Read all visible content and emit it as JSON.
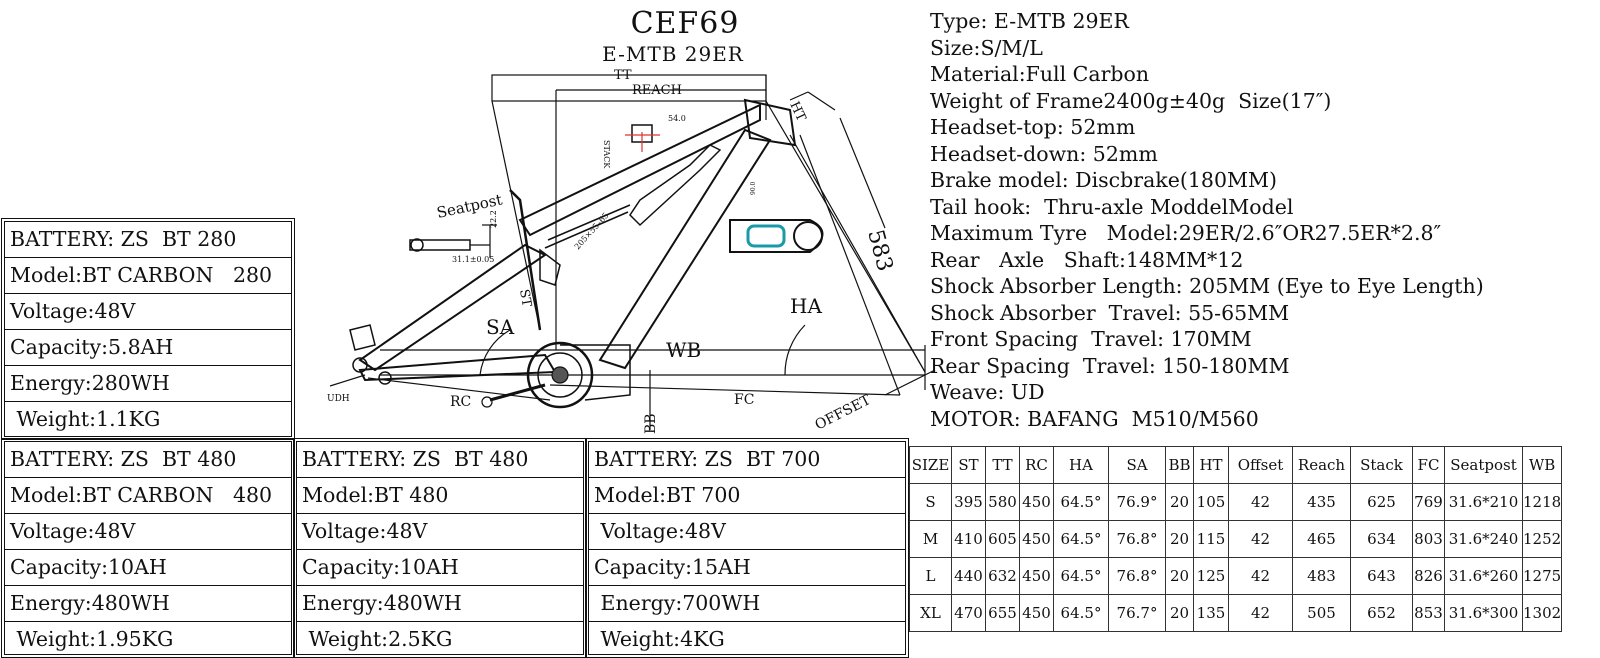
{
  "header": {
    "title": "CEF69",
    "subtitle": "E-MTB  29ER"
  },
  "specs": [
    "Type: E-MTB 29ER",
    "Size:S/M/L",
    "Material:Full Carbon",
    "Weight of Frame2400g±40g  Size(17″)",
    "Headset-top: 52mm",
    "Headset-down: 52mm",
    "Brake model: Discbrake(180MM)",
    "Tail hook:  Thru-axle ModdelModel",
    "Maximum Tyre   Model:29ER/2.6″OR27.5ER*2.8″",
    "Rear   Axle   Shaft:148MM*12",
    "Shock Absorber Length: 205MM (Eye to Eye Length)",
    "Shock Absorber  Travel: 55-65MM",
    "Front Spacing  Travel: 170MM",
    "Rear Spacing  Travel: 150-180MM",
    "Weave: UD",
    "MOTOR: BAFANG  M510/M560"
  ],
  "batteries": [
    {
      "rows": [
        "BATTERY: ZS  BT 280",
        "Model:BT CARBON   280",
        "Voltage:48V",
        "Capacity:5.8AH",
        "Energy:280WH",
        " Weight:1.1KG"
      ]
    },
    {
      "rows": [
        "BATTERY: ZS  BT 480",
        "Model:BT CARBON   480",
        "Voltage:48V",
        "Capacity:10AH",
        "Energy:480WH",
        " Weight:1.95KG"
      ]
    },
    {
      "rows": [
        "BATTERY: ZS  BT 480",
        "Model:BT 480",
        "Voltage:48V",
        "Capacity:10AH",
        "Energy:480WH",
        " Weight:2.5KG"
      ]
    },
    {
      "rows": [
        "BATTERY: ZS  BT 700",
        "Model:BT 700",
        " Voltage:48V",
        "Capacity:15AH",
        " Energy:700WH",
        " Weight:4KG"
      ]
    }
  ],
  "geometry_table": {
    "headers": [
      "SIZE",
      "ST",
      "TT",
      "RC",
      "HA",
      "SA",
      "BB",
      "HT",
      "Offset",
      "Reach",
      "Stack",
      "FC",
      "Seatpost",
      "WB"
    ],
    "rows": [
      [
        "S",
        "395",
        "580",
        "450",
        "64.5°",
        "76.9°",
        "20",
        "105",
        "42",
        "435",
        "625",
        "769",
        "31.6*210",
        "1218"
      ],
      [
        "M",
        "410",
        "605",
        "450",
        "64.5°",
        "76.8°",
        "20",
        "115",
        "42",
        "465",
        "634",
        "803",
        "31.6*240",
        "1252"
      ],
      [
        "L",
        "440",
        "632",
        "450",
        "64.5°",
        "76.8°",
        "20",
        "125",
        "42",
        "483",
        "643",
        "826",
        "31.6*260",
        "1275"
      ],
      [
        "XL",
        "470",
        "655",
        "450",
        "64.5°",
        "76.7°",
        "20",
        "135",
        "42",
        "505",
        "652",
        "853",
        "31.6*300",
        "1302"
      ]
    ]
  },
  "diagram": {
    "labels": {
      "tt": "TT",
      "reach": "REACH",
      "ht": "HT",
      "seatpost": "Seatpost",
      "sa": "SA",
      "ha": "HA",
      "wb": "WB",
      "rc": "RC",
      "fc": "FC",
      "bb": "BB",
      "offset": "OFFSET",
      "udh": "UDH",
      "stack": "STACK",
      "st": "ST",
      "len583": "583",
      "shock": "205×55–65",
      "dim540": "54.0",
      "dim222": "22.2",
      "dim31": "31.1±0.05",
      "dim90": "90.0"
    }
  }
}
